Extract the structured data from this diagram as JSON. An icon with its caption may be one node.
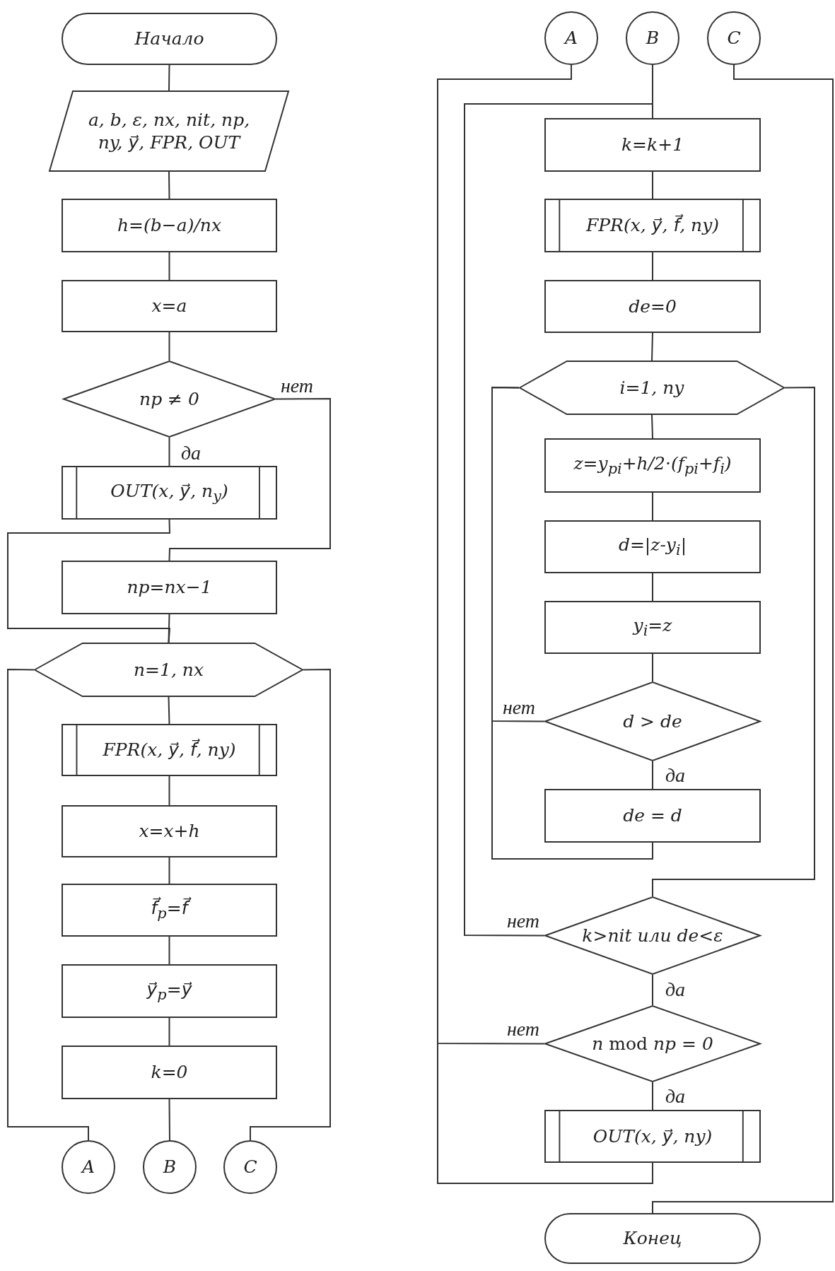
{
  "diagram": {
    "nodes": [
      {
        "text": [
          "Начало"
        ]
      },
      {
        "text": [
          "a, b, ε, nx, nit, np, ny, y⃗, FPR, OUT"
        ]
      },
      {
        "text": [
          "h=(b−a)/nx"
        ]
      },
      {
        "text": [
          "x=a"
        ]
      },
      {
        "text": [
          "np ≠ 0"
        ]
      },
      {
        "text": [
          "OUT(x, y⃗, n$_{y}$)"
        ]
      },
      {
        "text": [
          "np=nx−1"
        ]
      },
      {
        "text": [
          "n=1, nx"
        ]
      },
      {
        "text": [
          "FPR(x, y⃗, f⃗, ny)"
        ]
      },
      {
        "text": [
          "x=x+h"
        ]
      },
      {
        "text": [
          "f⃗$_{p}$=f⃗"
        ]
      },
      {
        "text": [
          "y⃗$_{p}$=y⃗"
        ]
      },
      {
        "text": [
          "k=0"
        ]
      },
      {
        "text": [
          "A"
        ]
      },
      {
        "text": [
          "B"
        ]
      },
      {
        "text": [
          "C"
        ]
      },
      {
        "text": [
          "A"
        ]
      },
      {
        "text": [
          "B"
        ]
      },
      {
        "text": [
          "C"
        ]
      },
      {
        "text": [
          "k=k+1"
        ]
      },
      {
        "text": [
          "FPR(x, y⃗, f⃗, ny)"
        ]
      },
      {
        "text": [
          "de=0"
        ]
      },
      {
        "text": [
          "i=1, ny"
        ]
      },
      {
        "text": [
          "z=y$_{pi}$+h/2·(f$_{pi}$+f$_{i}$)"
        ]
      },
      {
        "text": [
          "d=|z-y$_{i}$|"
        ]
      },
      {
        "text": [
          "y$_{i}$=z"
        ]
      },
      {
        "text": [
          "d > de"
        ]
      },
      {
        "text": [
          "de = d"
        ]
      },
      {
        "text": [
          "k>nit или de<ε"
        ]
      },
      {
        "text": [
          "*n* mod *np* = *0*"
        ]
      },
      {
        "text": [
          "OUT(x, y⃗, ny)"
        ]
      },
      {
        "text": [
          "Конец"
        ]
      }
    ],
    "edges": [
      {
        "from": 0,
        "to": 1,
        "arrow": "none"
      },
      {
        "from": 1,
        "to": 2,
        "arrow": "none"
      },
      {
        "from": 2,
        "to": 3,
        "arrow": "none"
      },
      {
        "from": 3,
        "to": 4,
        "arrow": "none"
      },
      {
        "from": 4,
        "to": 5,
        "arrow": "none",
        "label": "да"
      },
      {
        "from": 4,
        "to": 6,
        "arrow": "none",
        "label": "нет"
      },
      {
        "from": 5,
        "to": 7,
        "arrow": "none"
      },
      {
        "from": 6,
        "to": 7,
        "arrow": "none"
      },
      {
        "from": 7,
        "to": 8,
        "arrow": "none"
      },
      {
        "from": 8,
        "to": 9,
        "arrow": "none"
      },
      {
        "from": 9,
        "to": 10,
        "arrow": "none"
      },
      {
        "from": 10,
        "to": 11,
        "arrow": "none"
      },
      {
        "from": 11,
        "to": 12,
        "arrow": "none"
      },
      {
        "from": 7,
        "to": 13,
        "arrow": "none"
      },
      {
        "from": 12,
        "to": 14,
        "arrow": "none"
      },
      {
        "from": 7,
        "to": 15,
        "arrow": "none"
      },
      {
        "from": 17,
        "to": 19,
        "arrow": "none"
      },
      {
        "from": 18,
        "to": 31,
        "arrow": "none"
      },
      {
        "from": 19,
        "to": 20,
        "arrow": "none"
      },
      {
        "from": 20,
        "to": 21,
        "arrow": "none"
      },
      {
        "from": 21,
        "to": 22,
        "arrow": "none"
      },
      {
        "from": 22,
        "to": 23,
        "arrow": "none"
      },
      {
        "from": 23,
        "to": 24,
        "arrow": "none"
      },
      {
        "from": 24,
        "to": 25,
        "arrow": "none"
      },
      {
        "from": 25,
        "to": 26,
        "arrow": "none"
      },
      {
        "from": 26,
        "to": 27,
        "arrow": "none",
        "label": "да"
      },
      {
        "from": 26,
        "to": 22,
        "arrow": "none",
        "label": "нет"
      },
      {
        "from": 27,
        "to": 22,
        "arrow": "none"
      },
      {
        "from": 22,
        "to": 28,
        "arrow": "none"
      },
      {
        "from": 28,
        "to": 19,
        "arrow": "none",
        "label": "нет"
      },
      {
        "from": 28,
        "to": 29,
        "arrow": "none",
        "label": "да"
      },
      {
        "from": 29,
        "to": 16,
        "arrow": "none",
        "label": "нет"
      },
      {
        "from": 29,
        "to": 30,
        "arrow": "none",
        "label": "да"
      },
      {
        "from": 30,
        "to": 16,
        "arrow": "none"
      }
    ]
  }
}
